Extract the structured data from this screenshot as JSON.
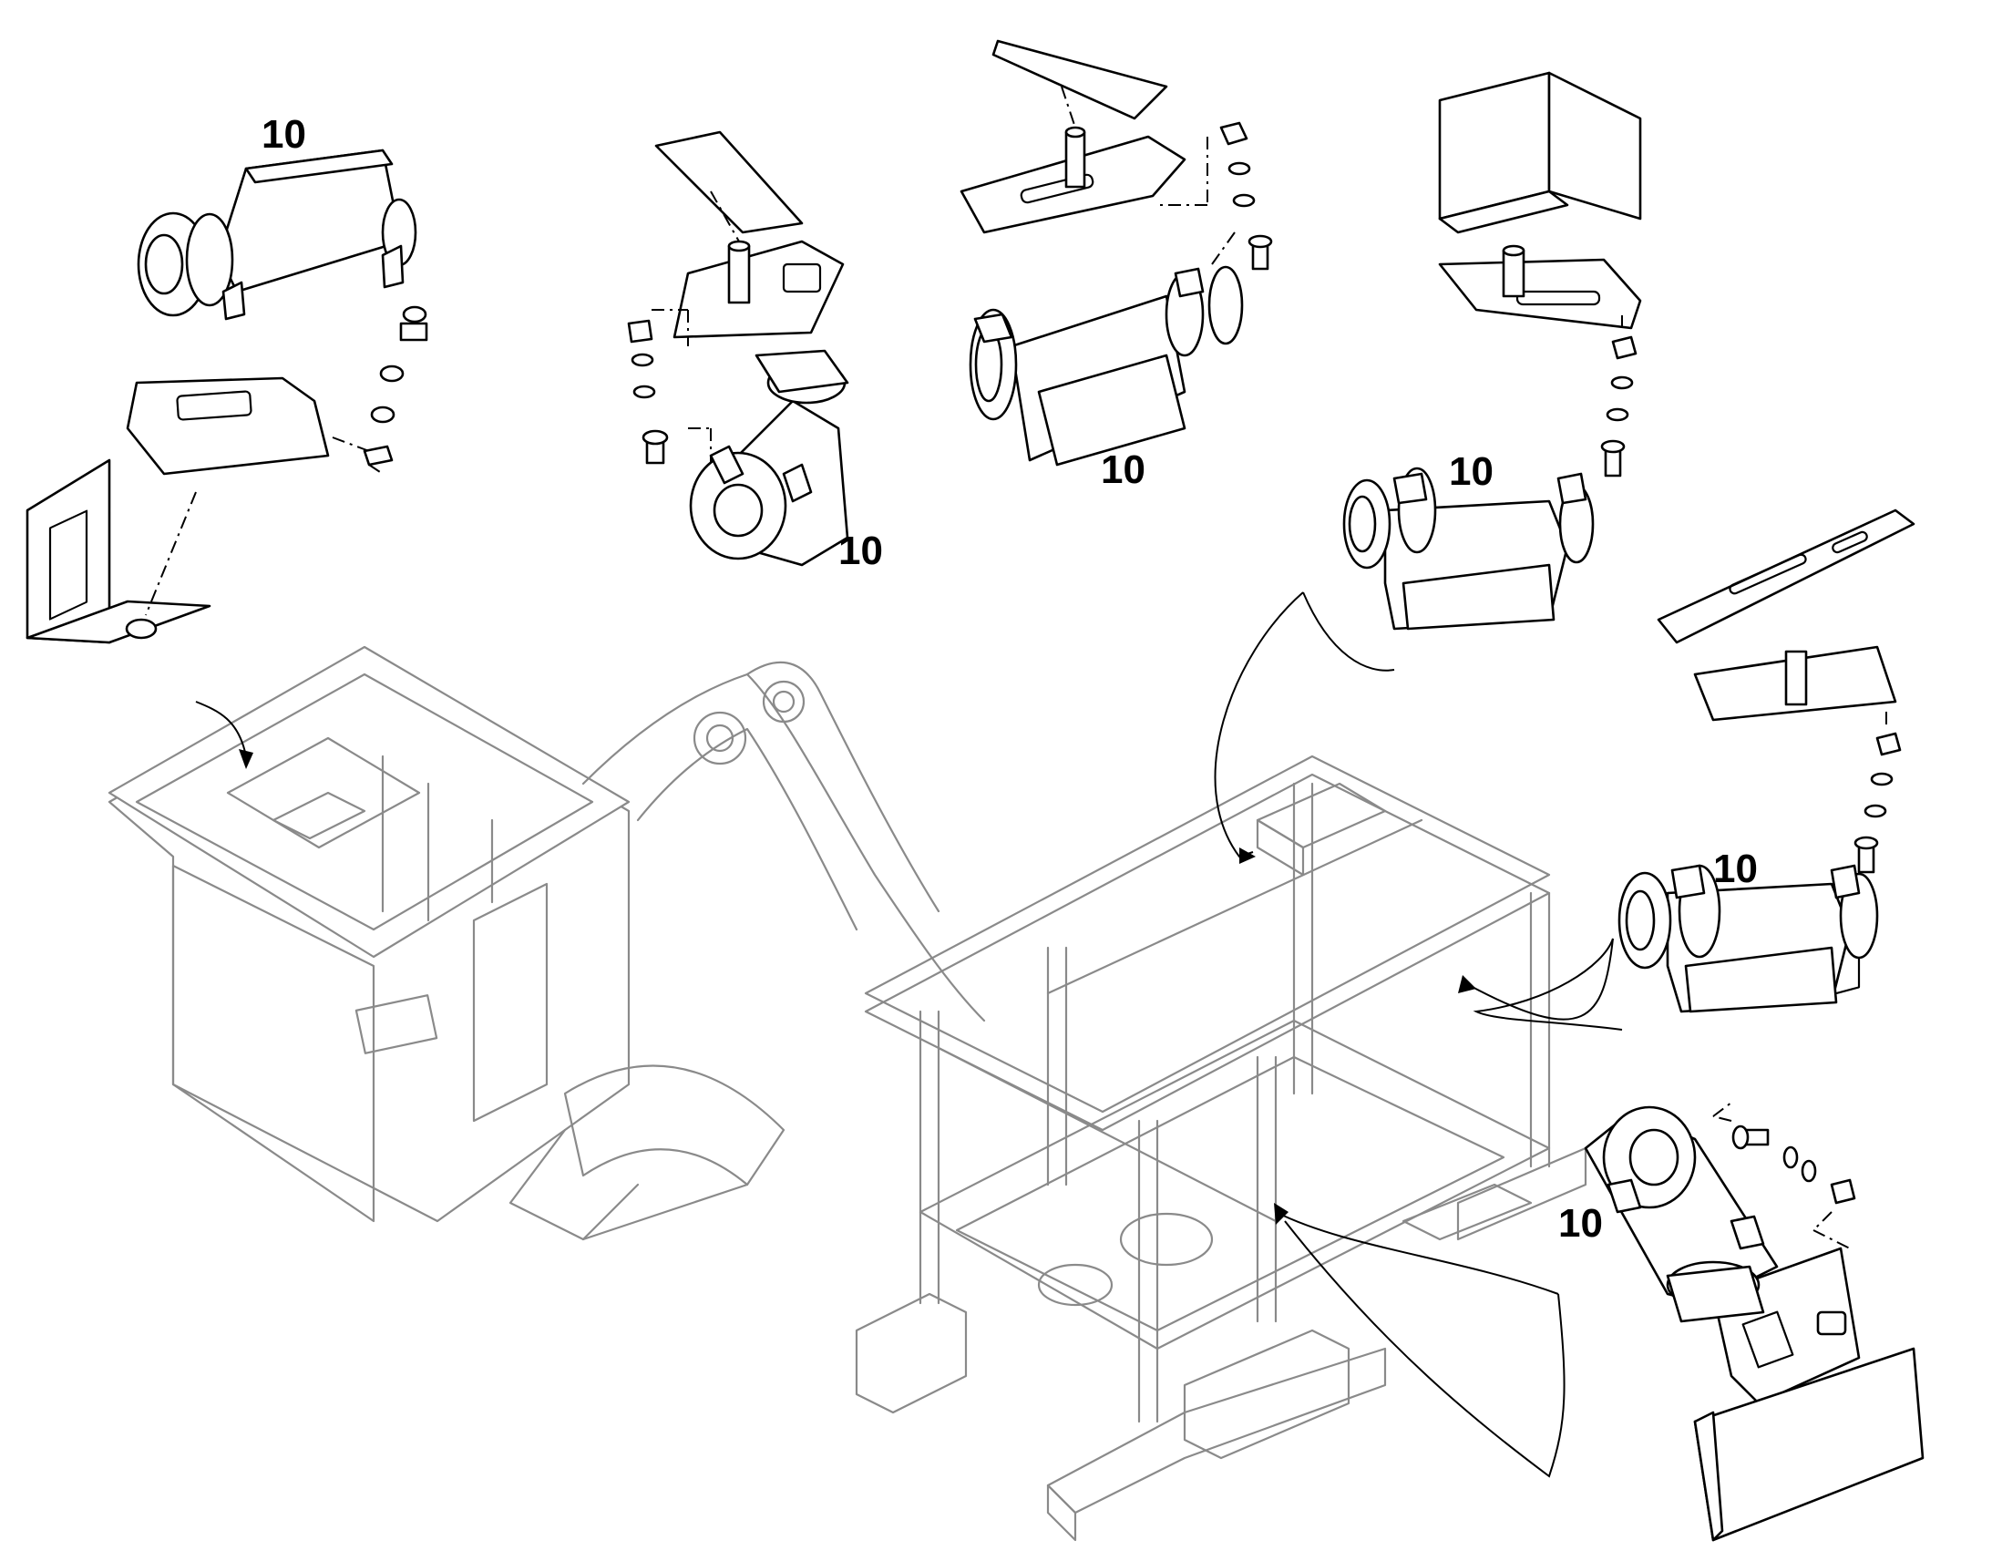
{
  "diagram": {
    "callouts": [
      {
        "id": "filter-top-left",
        "label": "10"
      },
      {
        "id": "filter-top-mid",
        "label": "10"
      },
      {
        "id": "filter-top-center",
        "label": "10"
      },
      {
        "id": "filter-right-upper",
        "label": "10"
      },
      {
        "id": "filter-right-middle",
        "label": "10"
      },
      {
        "id": "filter-right-lower",
        "label": "10"
      }
    ]
  }
}
